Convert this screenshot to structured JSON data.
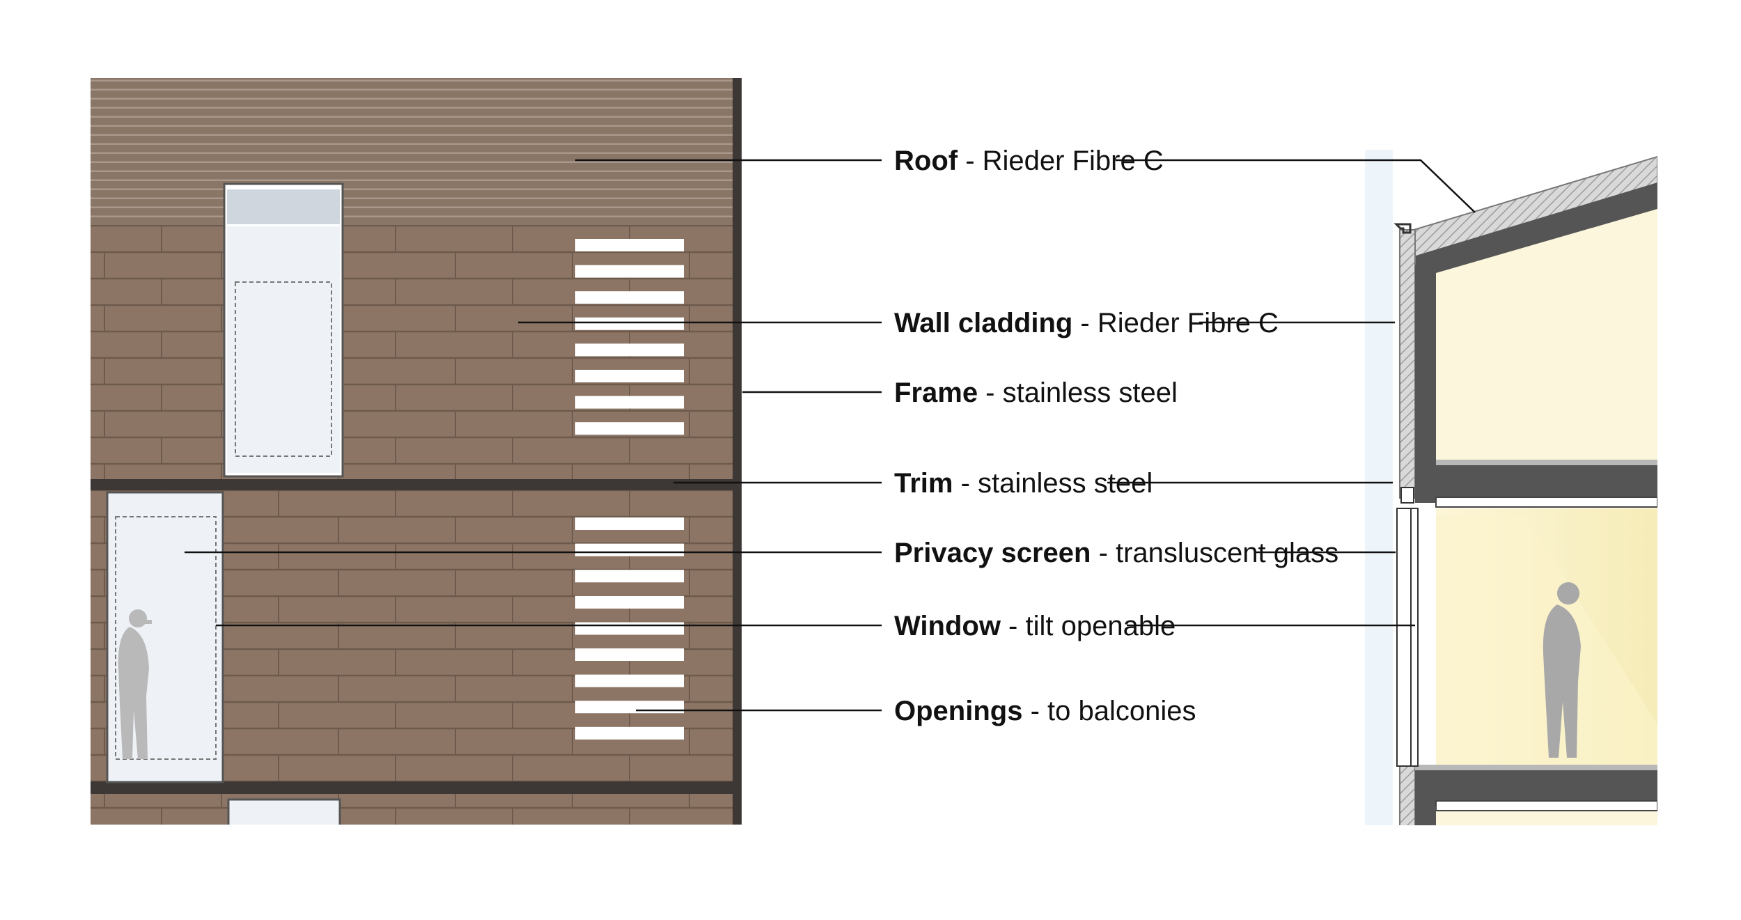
{
  "colors": {
    "cladding": "#8c7565",
    "cladding_joint": "#6e5a4d",
    "roof": "#8a7667",
    "frame_dark": "#3d3835",
    "glass": "#eef2f6",
    "interior": "#fcf7dc",
    "concrete": "#555555",
    "insulation": "#d9d9d9",
    "figure": "#a8a8a8",
    "leader": "#111111"
  },
  "callouts": [
    {
      "id": "roof",
      "term": "Roof",
      "desc": " - Rieder Fibre C"
    },
    {
      "id": "wall-cladding",
      "term": "Wall cladding",
      "desc": " - Rieder Fibre C"
    },
    {
      "id": "frame",
      "term": "Frame",
      "desc": " - stainless steel"
    },
    {
      "id": "trim",
      "term": "Trim",
      "desc": " - stainless steel"
    },
    {
      "id": "privacy-screen",
      "term": "Privacy screen",
      "desc": " - transluscent glass"
    },
    {
      "id": "window",
      "term": "Window",
      "desc": " - tilt openable"
    },
    {
      "id": "openings",
      "term": "Openings",
      "desc": " - to balconies"
    }
  ]
}
